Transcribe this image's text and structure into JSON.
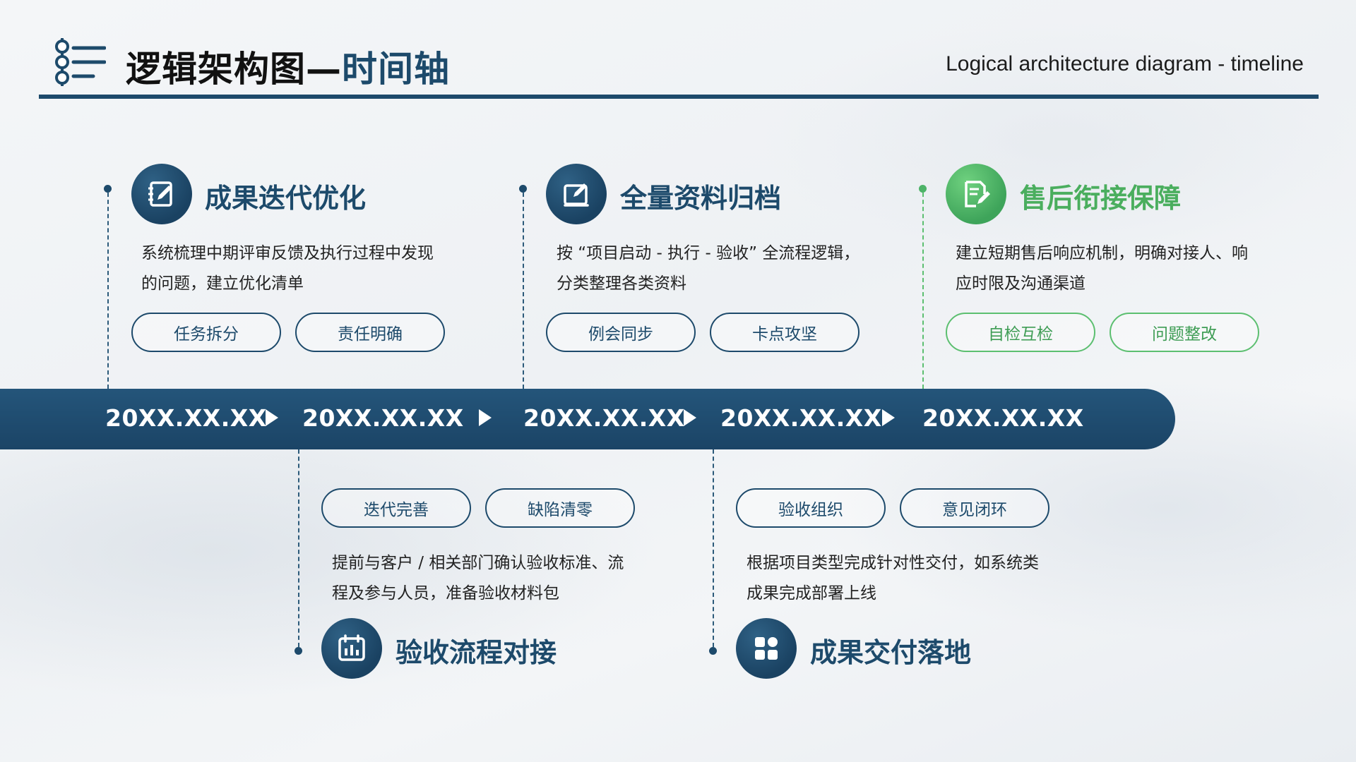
{
  "header": {
    "title_main": "逻辑架构图—",
    "title_accent": "时间轴",
    "subtitle": "Logical architecture diagram - timeline",
    "icon": "timeline-list-icon"
  },
  "colors": {
    "primary": "#1d4a6b",
    "green": "#4aae5e",
    "text": "#222222"
  },
  "timeline": {
    "dates": [
      "20XX.XX.XX",
      "20XX.XX.XX",
      "20XX.XX.XX",
      "20XX.XX.XX",
      "20XX.XX.XX"
    ]
  },
  "cards": [
    {
      "title": "成果迭代优化",
      "icon": "edit-note-icon",
      "desc_lines": [
        "系统梳理中期评审反馈及执行过程中发现",
        "的问题，建立优化清单"
      ],
      "tags": [
        "任务拆分",
        "责任明确"
      ]
    },
    {
      "title": "全量资料归档",
      "icon": "document-edit-icon",
      "desc_lines": [
        "按 “项目启动 - 执行 - 验收” 全流程逻辑，",
        "分类整理各类资料"
      ],
      "tags": [
        "例会同步",
        "卡点攻坚"
      ]
    },
    {
      "title": "售后衔接保障",
      "icon": "form-pencil-icon",
      "desc_lines": [
        "建立短期售后响应机制，明确对接人、响",
        "应时限及沟通渠道"
      ],
      "tags": [
        "自检互检",
        "问题整改"
      ]
    },
    {
      "title": "验收流程对接",
      "icon": "calendar-chart-icon",
      "desc_lines": [
        "提前与客户 / 相关部门确认验收标准、流",
        "程及参与人员，准备验收材料包"
      ],
      "tags": [
        "迭代完善",
        "缺陷清零"
      ]
    },
    {
      "title": "成果交付落地",
      "icon": "grid-apps-icon",
      "desc_lines": [
        "根据项目类型完成针对性交付，如系统类",
        "成果完成部署上线"
      ],
      "tags": [
        "验收组织",
        "意见闭环"
      ]
    }
  ]
}
